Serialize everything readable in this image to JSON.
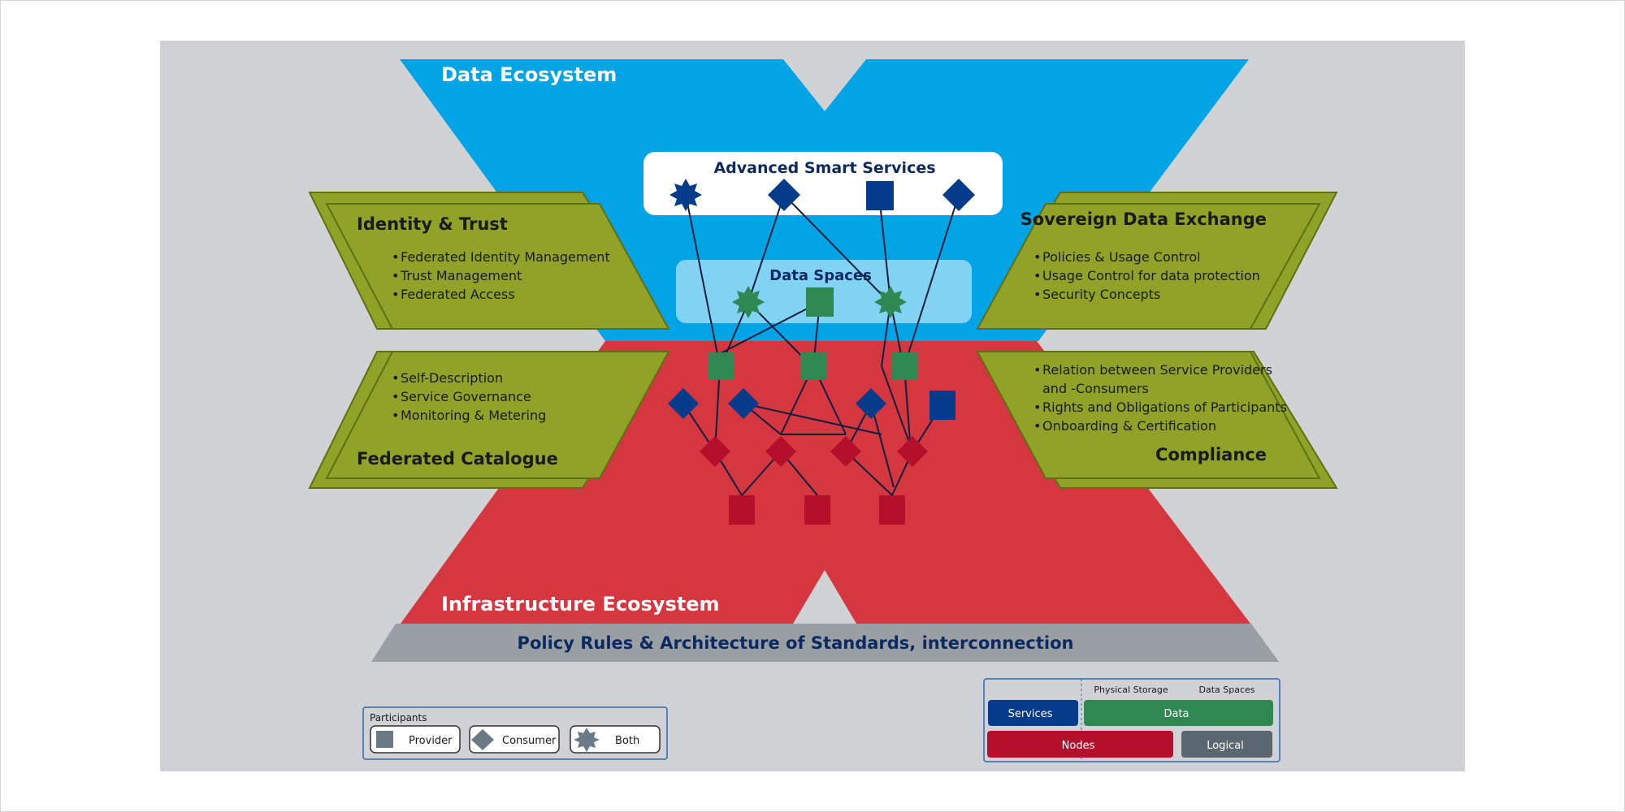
{
  "ecosystems": {
    "data": "Data Ecosystem",
    "infrastructure": "Infrastructure Ecosystem"
  },
  "services_box": {
    "title": "Advanced Smart Services"
  },
  "data_spaces_box": {
    "title": "Data Spaces"
  },
  "policy_bar": {
    "label": "Policy Rules & Architecture of Standards, interconnection"
  },
  "panels": {
    "identity": {
      "title": "Identity & Trust",
      "items": [
        "Federated Identity Management",
        "Trust Management",
        "Federated Access"
      ]
    },
    "catalogue": {
      "title": "Federated Catalogue",
      "items": [
        "Self-Description",
        "Service Governance",
        "Monitoring & Metering"
      ]
    },
    "exchange": {
      "title": "Sovereign Data Exchange",
      "items": [
        "Policies & Usage Control",
        "Usage Control for data protection",
        "Security Concepts"
      ]
    },
    "compliance": {
      "title": "Compliance",
      "items": [
        "Relation between Service Providers",
        "and -Consumers",
        "Rights and Obligations of Participants",
        "Onboarding & Certification"
      ]
    }
  },
  "legend_participants": {
    "title": "Participants",
    "provider": "Provider",
    "consumer": "Consumer",
    "both": "Both"
  },
  "legend_layers": {
    "physical_storage": "Physical Storage",
    "data_spaces": "Data Spaces",
    "services": "Services",
    "data": "Data",
    "nodes": "Nodes",
    "logical": "Logical"
  },
  "colors": {
    "data_ecosystem": "#02a4e6",
    "infrastructure_ecosystem": "#d4373f",
    "panel_green": "#90a228",
    "services_blue": "#043b8a",
    "data_green": "#2f8751",
    "nodes_red": "#b4102b",
    "policy_gray": "#9a9fa3",
    "background_gray": "#d1d2d6"
  }
}
